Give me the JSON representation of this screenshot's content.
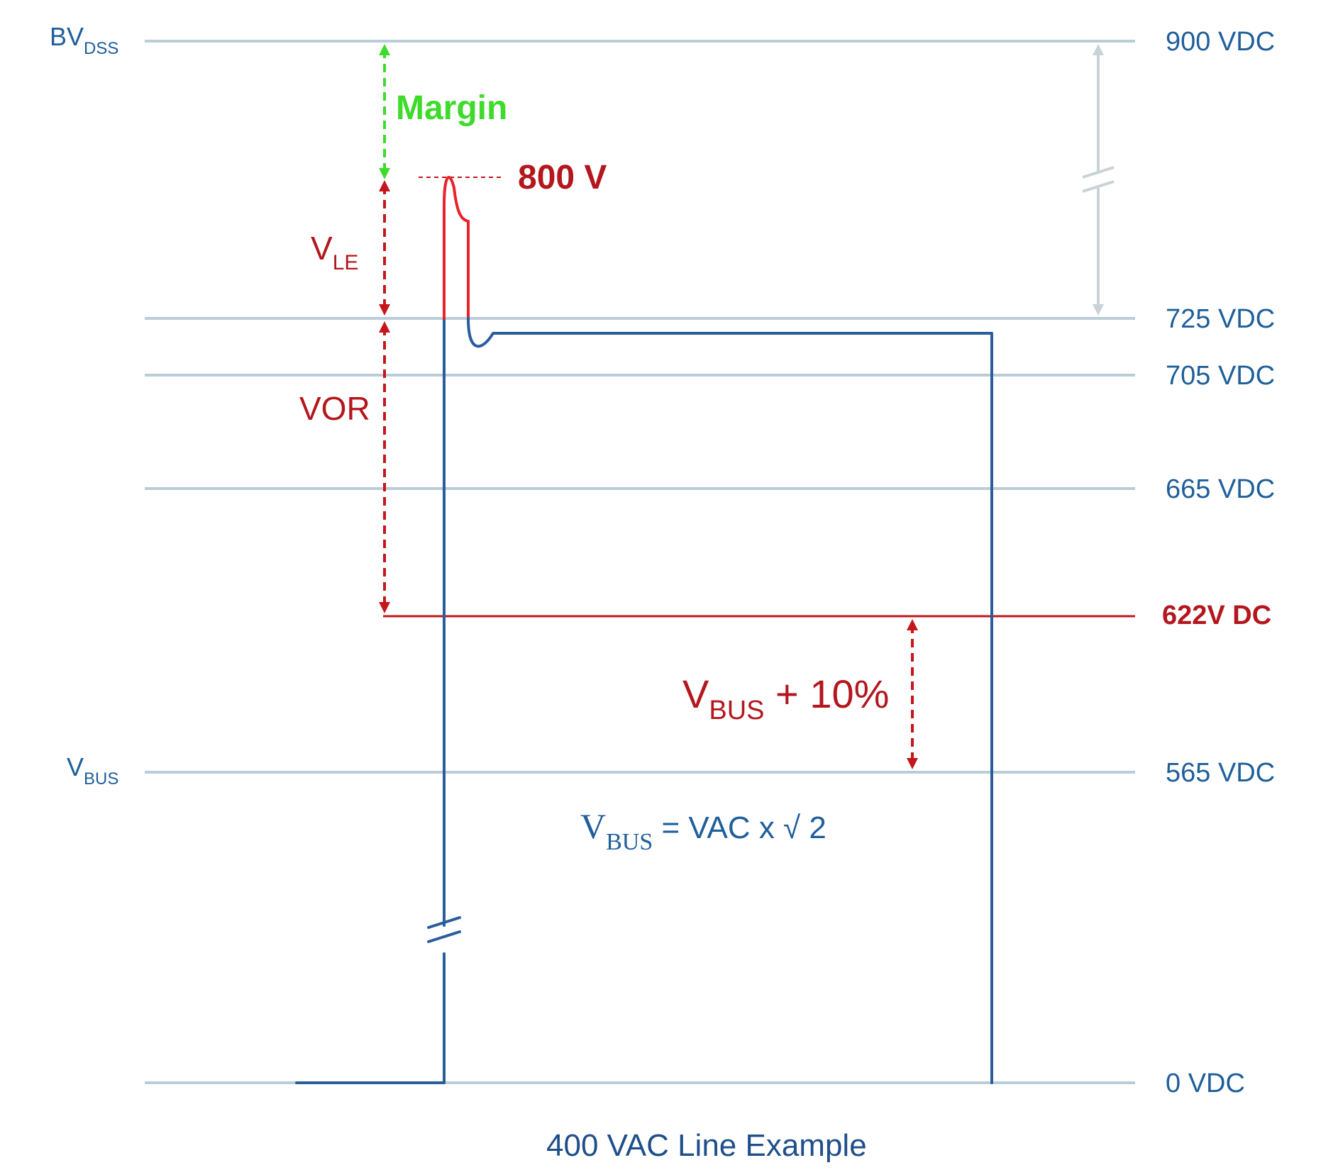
{
  "levels": {
    "v900": "900 VDC",
    "v725": "725 VDC",
    "v705": "705 VDC",
    "v665": "665 VDC",
    "v622": "622V DC",
    "v565": "565 VDC",
    "v0": "0 VDC"
  },
  "side_labels": {
    "bvdss_main": "BV",
    "bvdss_sub": "DSS",
    "vbus_main": "V",
    "vbus_sub": "BUS"
  },
  "annotations": {
    "margin": "Margin",
    "peak": "800 V",
    "vle_main": "V",
    "vle_sub": "LE",
    "vor": "VOR",
    "vbus10_main": "V",
    "vbus10_sub": "BUS",
    "vbus10_rest": " + 10%"
  },
  "formula": {
    "main": "V",
    "sub": "BUS",
    "rest": " = VAC x √ 2"
  },
  "caption": "400 VAC Line Example",
  "colors": {
    "grid": "#b9cdd9",
    "waveform": "#2a5d9c",
    "red": "#c4161c",
    "green": "#3ddb2a",
    "gray_arrow": "#c9d2d6"
  }
}
